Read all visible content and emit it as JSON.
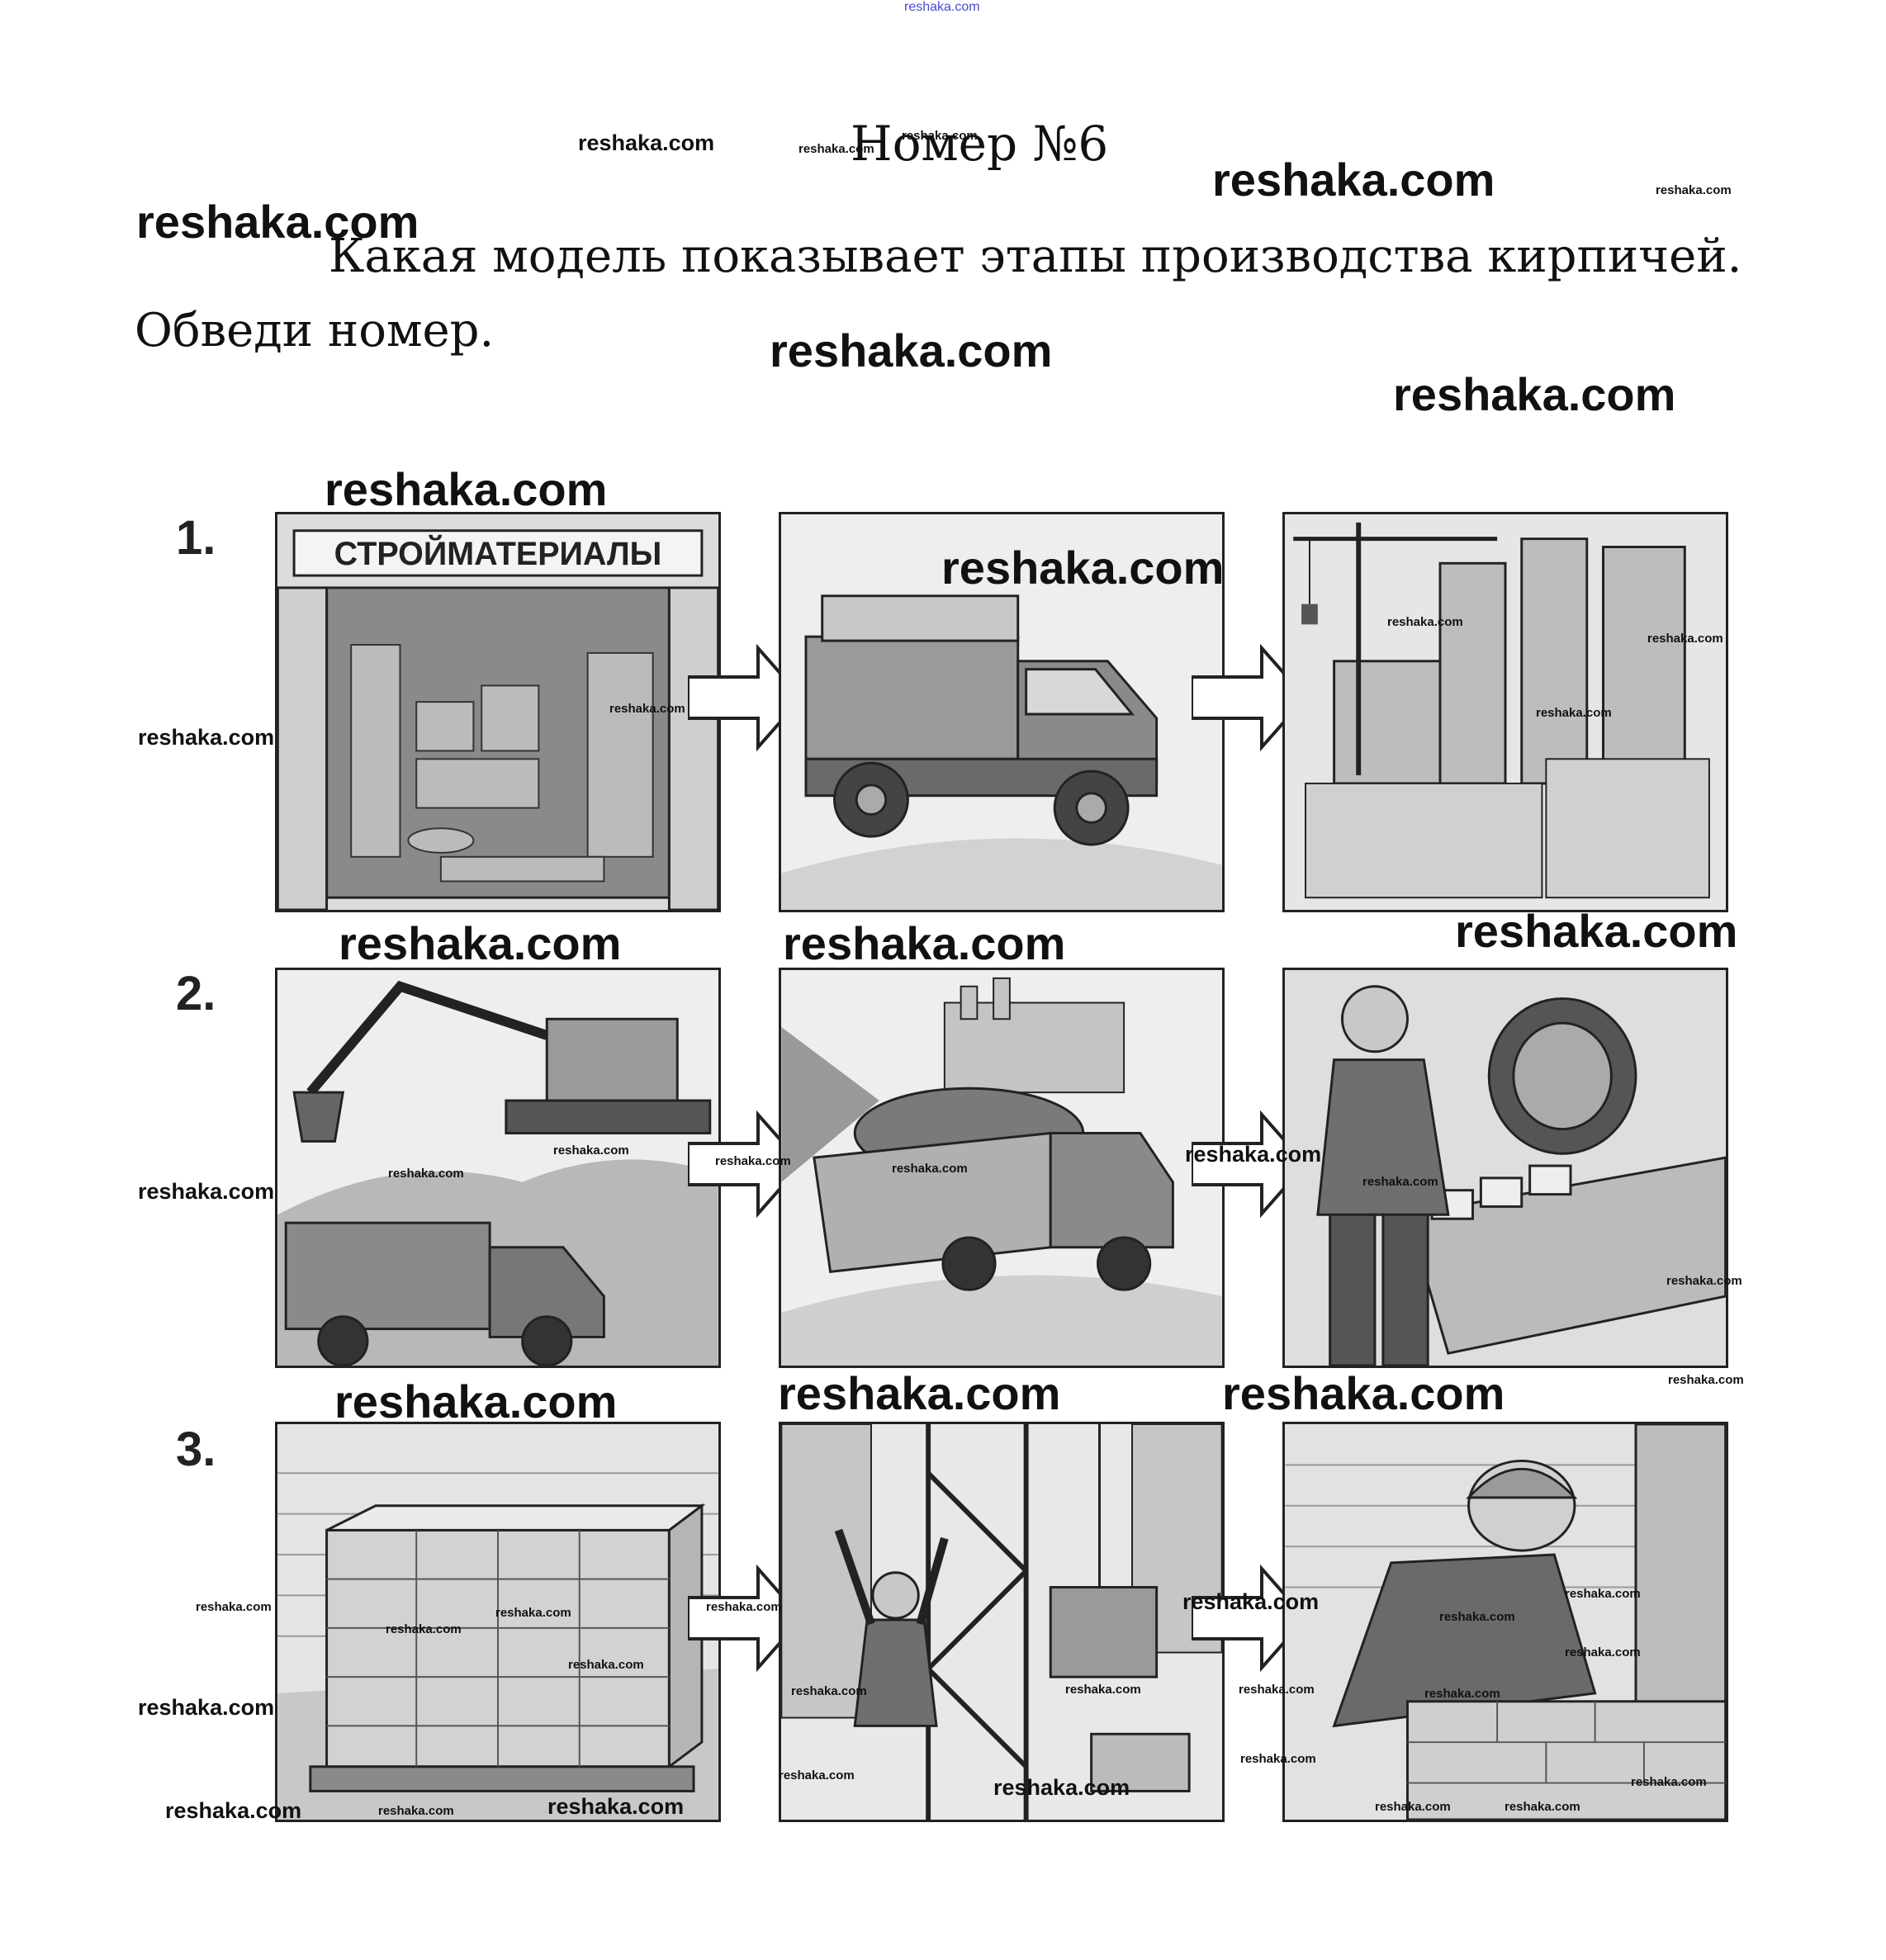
{
  "site_watermark": "reshaka.com",
  "title": "Номер №6",
  "question": {
    "line1": "Какая модель показывает этапы производства кирпичей.",
    "line2": "Обведи номер."
  },
  "rows": [
    {
      "number": "1.",
      "panels": [
        {
          "sign": "СТРОЙМАТЕРИАЛЫ",
          "scene": "building-materials-store"
        },
        {
          "scene": "truck-with-bricks"
        },
        {
          "scene": "building-construction"
        }
      ]
    },
    {
      "number": "2.",
      "panels": [
        {
          "scene": "excavator-loading-clay"
        },
        {
          "scene": "dump-truck-to-factory"
        },
        {
          "scene": "worker-at-brick-kiln"
        }
      ]
    },
    {
      "number": "3.",
      "panels": [
        {
          "scene": "pallet-of-bricks"
        },
        {
          "scene": "crane-lifting-bricks"
        },
        {
          "scene": "bricklayer-at-work"
        }
      ]
    }
  ]
}
